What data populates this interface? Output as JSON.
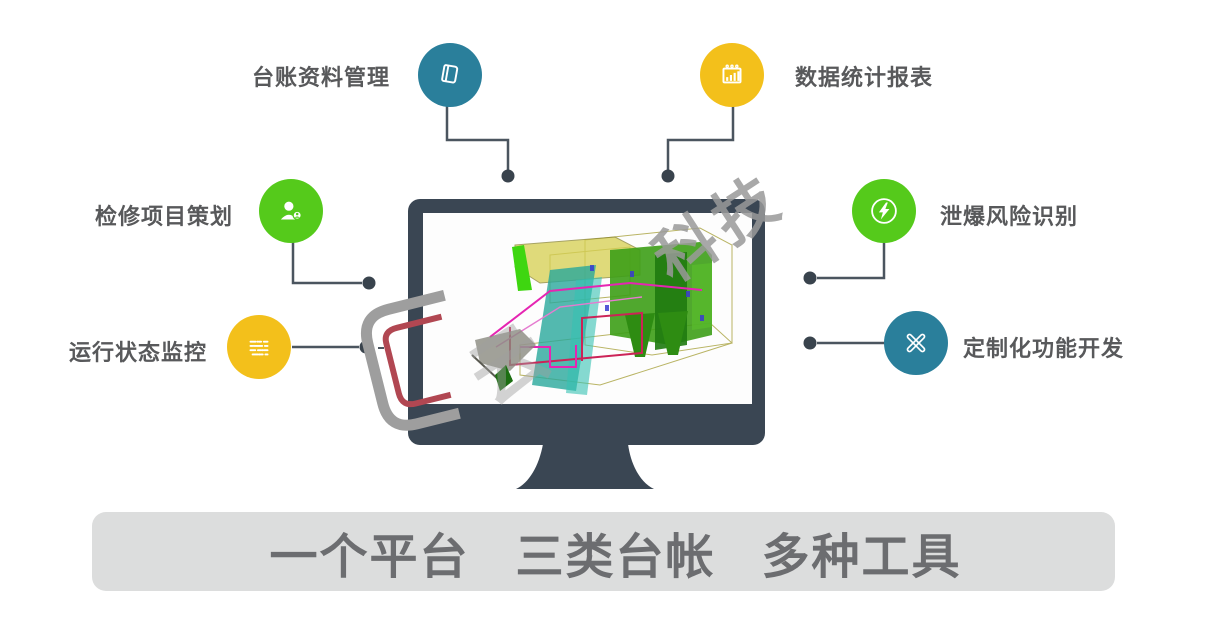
{
  "features": [
    {
      "id": "ledger",
      "label": "台账资料管理",
      "icon": "book-icon",
      "color": "#2a7f9b",
      "side": "top-left"
    },
    {
      "id": "statistics",
      "label": "数据统计报表",
      "icon": "report-chart-icon",
      "color": "#f3c01b",
      "side": "top-right"
    },
    {
      "id": "maintenance",
      "label": "检修项目策划",
      "icon": "user-badge-icon",
      "color": "#55ca1b",
      "side": "middle-left"
    },
    {
      "id": "risk",
      "label": "泄爆风险识别",
      "icon": "lightning-circle-icon",
      "color": "#55ca1b",
      "side": "middle-right"
    },
    {
      "id": "monitoring",
      "label": "运行状态监控",
      "icon": "sliders-icon",
      "color": "#f3c01b",
      "side": "bottom-left"
    },
    {
      "id": "custom-dev",
      "label": "定制化功能开发",
      "icon": "crossed-tools-icon",
      "color": "#2a7f9b",
      "side": "bottom-right"
    }
  ],
  "banner": {
    "items": [
      "一个平台",
      "三类台帐",
      "多种工具"
    ]
  },
  "watermark": {
    "partial_char": "云",
    "text": "科技"
  },
  "colors": {
    "teal": "#2a7f9b",
    "yellow": "#f3c01b",
    "green": "#55ca1b",
    "monitor_frame": "#3a4653",
    "connector": "#4b555f",
    "connector_dot": "#39434d",
    "banner_bg": "#dcdddd",
    "banner_text": "#6c6d70",
    "label_text": "#58595b",
    "watermark_gray": "#9a9a9a",
    "watermark_red": "#b14752"
  }
}
